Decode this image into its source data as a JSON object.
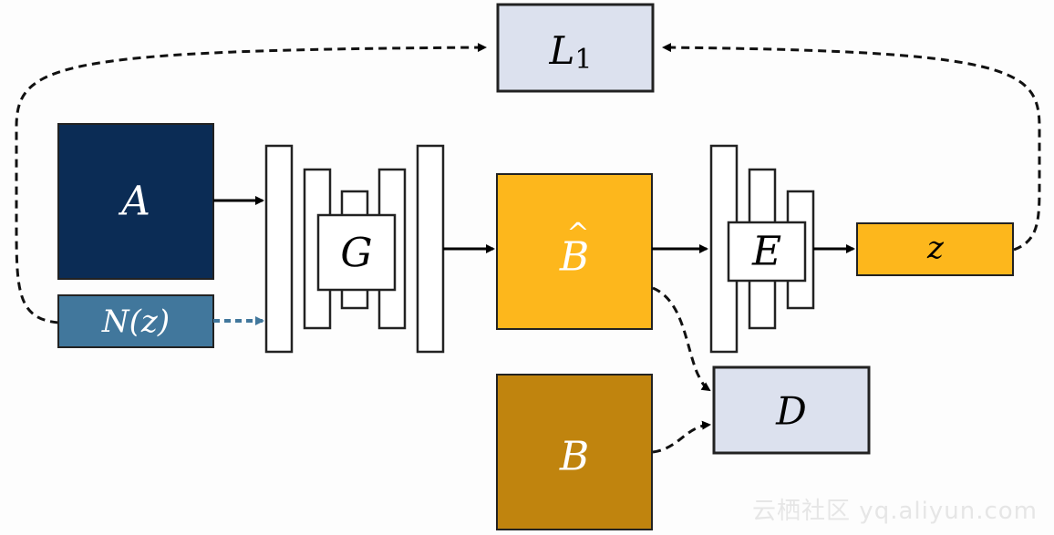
{
  "labels": {
    "L1_main": "L",
    "L1_sub": "1",
    "A": "A",
    "Nz": "N(z)",
    "G": "G",
    "Bhat": "B",
    "Bhat_hat": "^",
    "E": "E",
    "z": "z",
    "B": "B",
    "D": "D"
  },
  "watermark": "云栖社区 yq.aliyun.com",
  "colors": {
    "A": "#0b2c55",
    "Nz": "#41779c",
    "Bhat": "#fdb71c",
    "z": "#fdb71c",
    "B": "#c0840e",
    "L1": "#dce1ee",
    "D": "#dce1ee",
    "noise_arrow": "#41779c",
    "arrow": "#000000"
  }
}
